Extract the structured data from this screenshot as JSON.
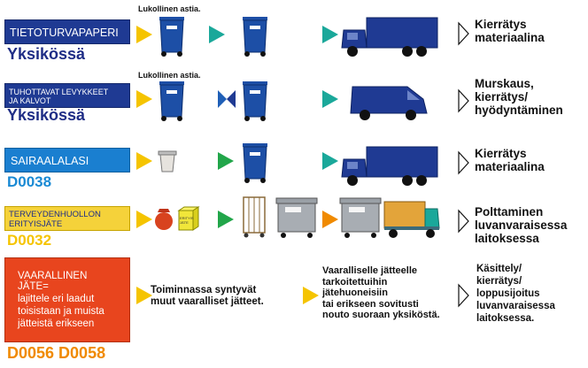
{
  "rows": [
    {
      "label": "TIETOTURVAPAPERI",
      "code": "Yksikössä",
      "note": "Lukollinen astia.",
      "result": [
        "Kierrätys",
        "materiaalina"
      ]
    },
    {
      "label_lines": [
        "TUHOTTAVAT LEVYKKEET",
        "JA KALVOT"
      ],
      "code": "Yksikössä",
      "note": "Lukollinen astia.",
      "result": [
        "Murskaus,",
        "kierrätys/",
        "hyödyntäminen"
      ]
    },
    {
      "label": "SAIRAALALASI",
      "code": "D0038",
      "result": [
        "Kierrätys",
        "materiaalina"
      ]
    },
    {
      "label_lines": [
        "TERVEYDENHUOLLON",
        "ERITYISJÄTE"
      ],
      "code": "D0032",
      "box_label": "ERITYIS JÄTE",
      "result": [
        "Polttaminen",
        "luvanvaraisessa",
        "laitoksessa"
      ]
    },
    {
      "label_lines": [
        "VAARALLINEN",
        "JÄTE=",
        "lajittele eri laadut",
        "toisistaan ja muista",
        "jätteistä erikseen"
      ],
      "code": "D0056 D0058",
      "middle": [
        "Toiminnassa syntyvät",
        "muut vaaralliset jätteet."
      ],
      "instructions": [
        "Vaaralliselle jätteelle",
        "tarkoitettuihin",
        "jätehuoneisiin",
        "tai erikseen sovitusti",
        "nouto suoraan yksiköstä."
      ],
      "result": [
        "Käsittely/",
        "kierrätys/",
        "loppusijoitus",
        "luvanvaraisessa",
        "laitoksessa."
      ]
    }
  ],
  "colors": {
    "navy": "#1f3a93",
    "dark_blue": "#1f2d86",
    "cyan_code": "#1a8ad4",
    "yellow": "#f5c400",
    "orange": "#e8451e",
    "orange_code": "#f08a00",
    "teal": "#1aa89a",
    "green": "#22a64a",
    "orange_arrow": "#f08a00"
  }
}
